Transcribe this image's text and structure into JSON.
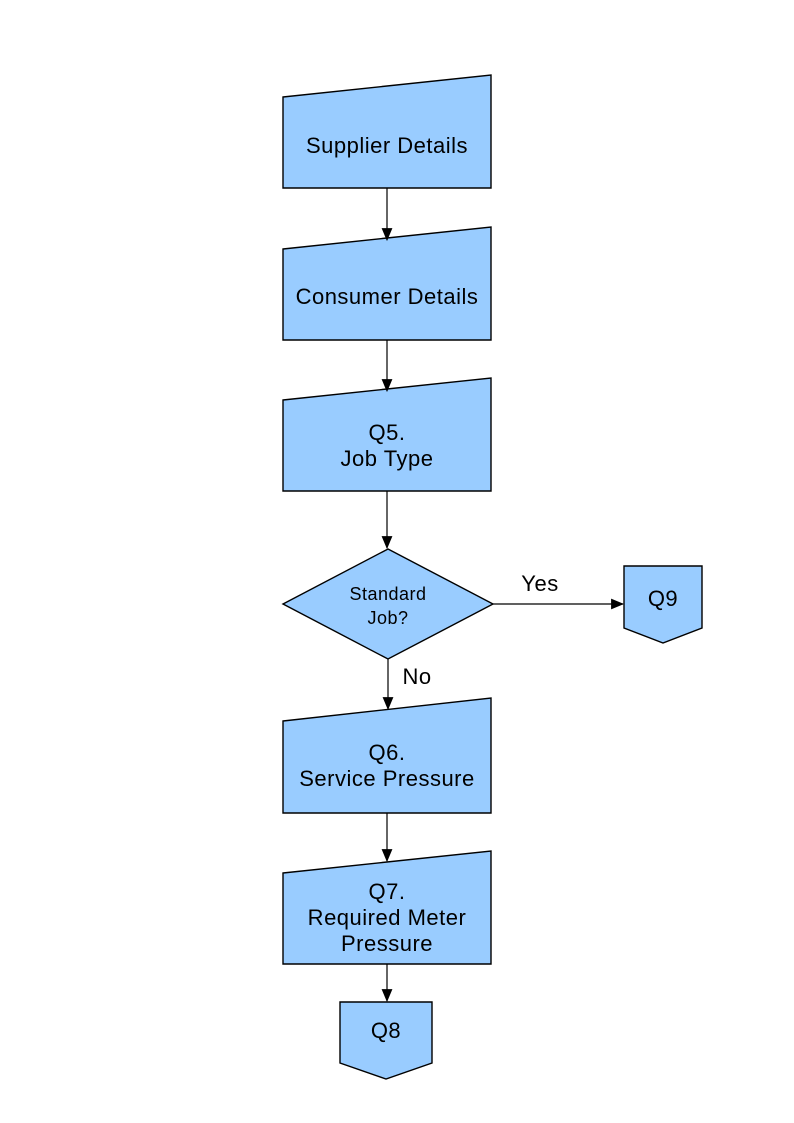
{
  "diagram": {
    "colors": {
      "node_fill": "#99CCFF",
      "node_border": "#000000",
      "edge_color": "#000000",
      "text_color": "#000000",
      "background": "#FFFFFF"
    },
    "nodes": {
      "supplier": {
        "label": "Supplier Details",
        "shape": "manual-input"
      },
      "consumer": {
        "label": "Consumer Details",
        "shape": "manual-input"
      },
      "q5": {
        "label": "Q5.\nJob Type",
        "shape": "manual-input"
      },
      "standard_job": {
        "label": "Standard\nJob?",
        "shape": "decision"
      },
      "q9": {
        "label": "Q9",
        "shape": "off-page-connector"
      },
      "q6": {
        "label": "Q6.\nService Pressure",
        "shape": "manual-input"
      },
      "q7": {
        "label": "Q7.\nRequired Meter\nPressure",
        "shape": "manual-input"
      },
      "q8": {
        "label": "Q8",
        "shape": "off-page-connector"
      }
    },
    "edge_labels": {
      "yes": "Yes",
      "no": "No"
    }
  }
}
